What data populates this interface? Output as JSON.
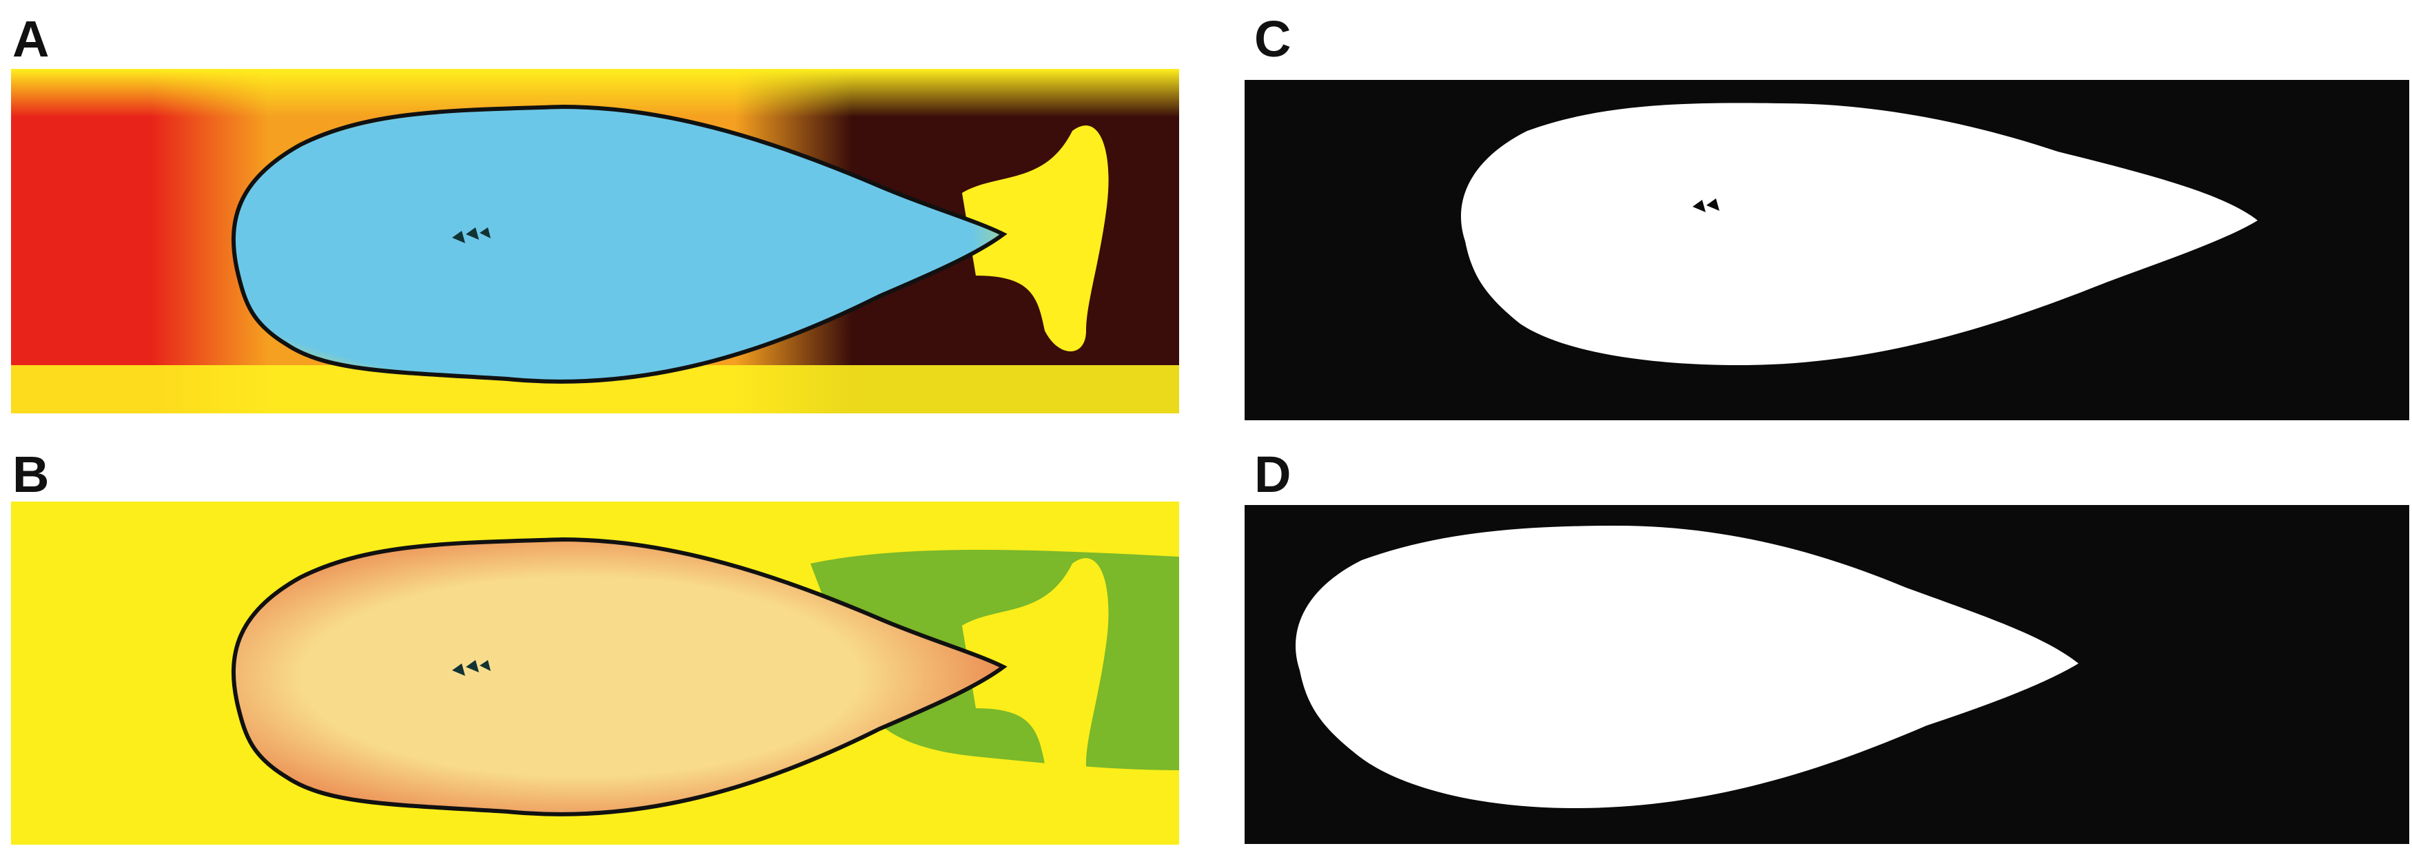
{
  "figure": {
    "panels": [
      {
        "id": "A",
        "label": "A",
        "kind": "color-map",
        "palette": "red-yellow-blue"
      },
      {
        "id": "B",
        "label": "B",
        "kind": "color-map",
        "palette": "yellow-orange-green"
      },
      {
        "id": "C",
        "label": "C",
        "kind": "binary-mask"
      },
      {
        "id": "D",
        "label": "D",
        "kind": "binary-mask"
      }
    ]
  },
  "colors": {
    "a_red": "#e8241a",
    "a_orange": "#f5a020",
    "a_yellow": "#ffef1e",
    "a_darkred": "#3a0d0a",
    "a_blue": "#6bc7e8",
    "a_green_edge": "#c8dc5a",
    "b_yellow": "#fbee1a",
    "b_orange": "#e87a45",
    "b_light": "#f8dc8c",
    "b_green": "#7bb82a",
    "mask_black": "#0a0a0a",
    "mask_white": "#ffffff"
  }
}
